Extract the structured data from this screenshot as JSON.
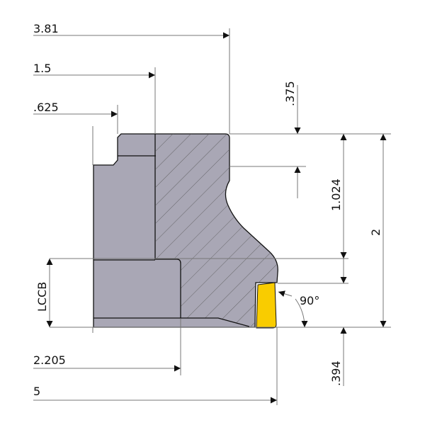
{
  "dimensions": {
    "d381": "3.81",
    "d15": "1.5",
    "d0625": ".625",
    "d0375": ".375",
    "d1024": "1.024",
    "d2": "2",
    "lccb": "LCCB",
    "d0394": ".394",
    "d2205": "2.205",
    "d5": "5",
    "angle": "90°"
  },
  "colors": {
    "body": "#a9a7b5",
    "insert": "#f9cc00"
  }
}
